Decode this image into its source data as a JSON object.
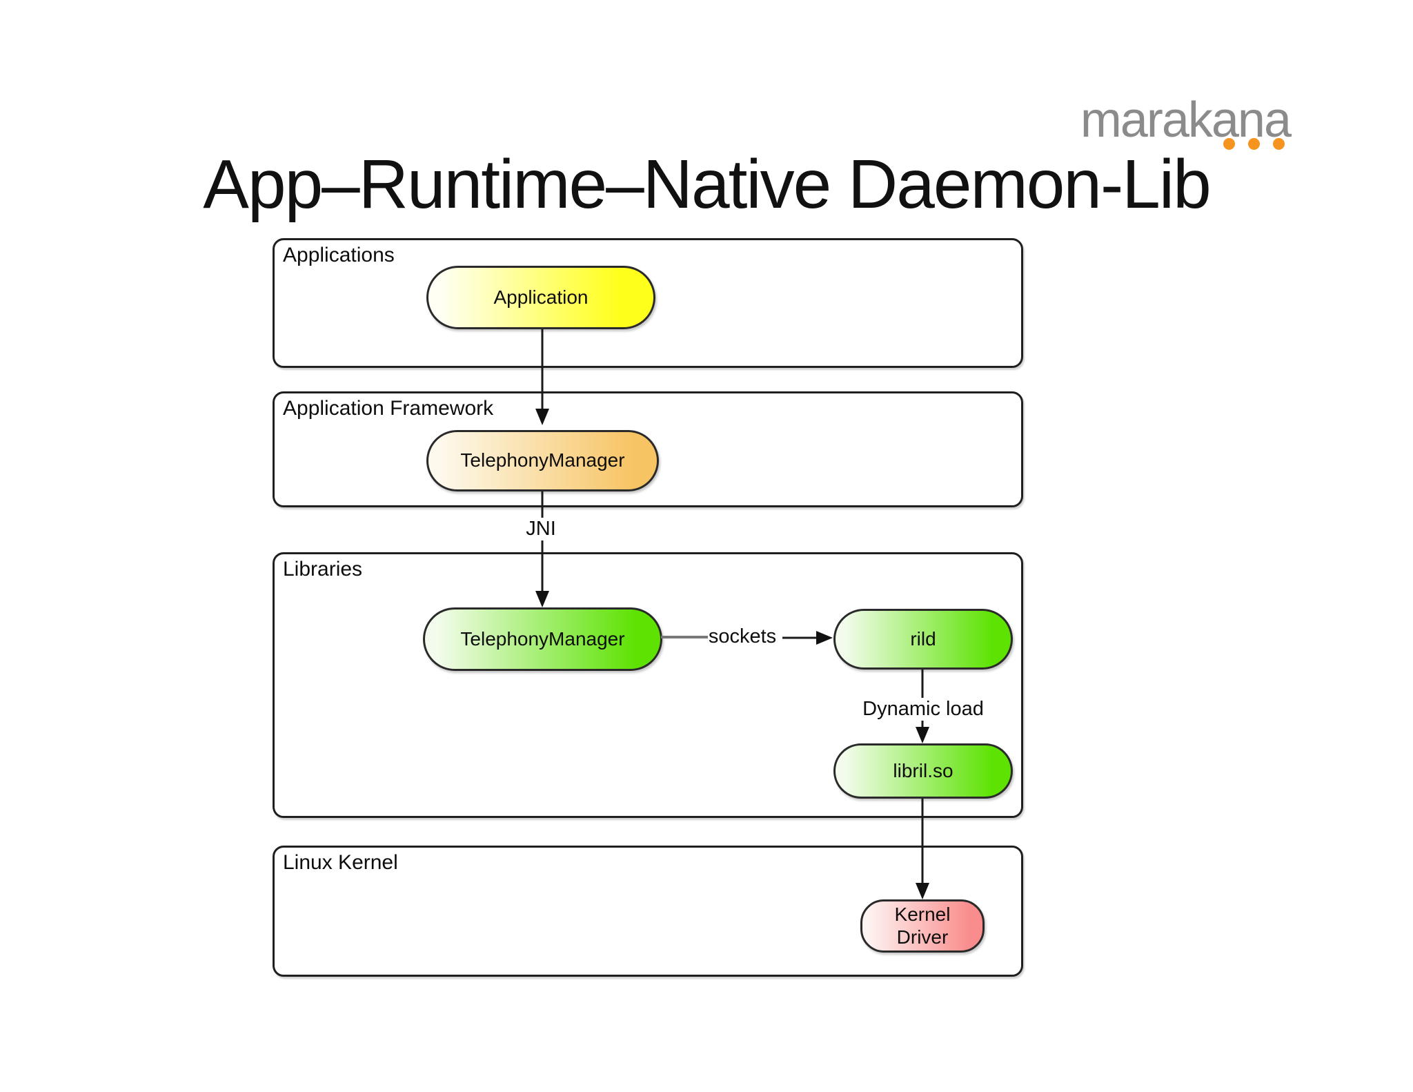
{
  "logo": {
    "text": "marakana",
    "text_color": "#8B8B8B",
    "dot_color": "#F5941E"
  },
  "title": "App–Runtime–Native Daemon-Lib",
  "layers": {
    "applications": {
      "label": "Applications"
    },
    "framework": {
      "label": "Application Framework"
    },
    "libraries": {
      "label": "Libraries"
    },
    "kernel": {
      "label": "Linux Kernel"
    }
  },
  "nodes": {
    "application": {
      "label": "Application",
      "fill": "linear-gradient(to right, #fffff5 5%, #ffff1c 85%)"
    },
    "telephony_fw": {
      "label": "TelephonyManager",
      "fill": "linear-gradient(to right, #fdf9ec 5%, #f7c464 90%)"
    },
    "telephony_lib": {
      "label": "TelephonyManager",
      "fill": "linear-gradient(to right, #f3fcec 5%, #5de202 90%)"
    },
    "rild": {
      "label": "rild",
      "fill": "linear-gradient(to right, #f3fcec 5%, #5de202 90%)"
    },
    "librilso": {
      "label": "libril.so",
      "fill": "linear-gradient(to right, #f3fcec 5%, #5de202 90%)"
    },
    "kernel_driver": {
      "label": "Kernel\nDriver",
      "fill": "linear-gradient(to right, #fdf3f1 5%, #f98c8c 90%)"
    }
  },
  "edges": {
    "jni": {
      "label": "JNI"
    },
    "sockets": {
      "label": "sockets"
    },
    "dynamic_load": {
      "label": "Dynamic load"
    }
  }
}
